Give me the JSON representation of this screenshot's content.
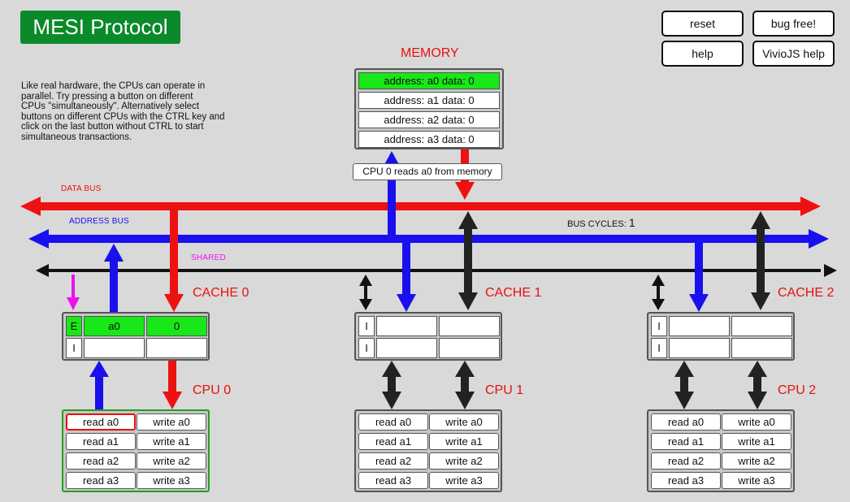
{
  "app": {
    "title": "MESI Protocol"
  },
  "toolbar": {
    "reset": "reset",
    "bug_free": "bug free!",
    "help": "help",
    "viviojs_help": "VivioJS help"
  },
  "description": [
    "Like real hardware, the CPUs can operate in",
    "parallel. Try pressing a button on different",
    "CPUs \"simultaneously\". Alternatively select",
    "buttons on different CPUs with the CTRL key and",
    "click on the last button without CTRL to start",
    "simultaneous transactions."
  ],
  "memory": {
    "label": "MEMORY",
    "rows": [
      {
        "text": "address: a0 data: 0",
        "highlight": true
      },
      {
        "text": "address: a1 data: 0",
        "highlight": false
      },
      {
        "text": "address: a2 data: 0",
        "highlight": false
      },
      {
        "text": "address: a3 data: 0",
        "highlight": false
      }
    ]
  },
  "status_message": "CPU 0 reads a0 from memory",
  "buses": {
    "data": "DATA BUS",
    "address": "ADDRESS BUS",
    "shared": "SHARED"
  },
  "bus_cycles": {
    "label": "BUS CYCLES",
    "value": "1"
  },
  "caches": [
    {
      "label": "CACHE 0",
      "lines": [
        {
          "state": "E",
          "addr": "a0",
          "data": "0",
          "highlight": true
        },
        {
          "state": "I",
          "addr": "",
          "data": "",
          "highlight": false
        }
      ]
    },
    {
      "label": "CACHE 1",
      "lines": [
        {
          "state": "I",
          "addr": "",
          "data": "",
          "highlight": false
        },
        {
          "state": "I",
          "addr": "",
          "data": "",
          "highlight": false
        }
      ]
    },
    {
      "label": "CACHE 2",
      "lines": [
        {
          "state": "I",
          "addr": "",
          "data": "",
          "highlight": false
        },
        {
          "state": "I",
          "addr": "",
          "data": "",
          "highlight": false
        }
      ]
    }
  ],
  "cpus": [
    {
      "label": "CPU 0",
      "active": true,
      "selected": "read a0",
      "ops": [
        [
          "read a0",
          "write a0"
        ],
        [
          "read a1",
          "write a1"
        ],
        [
          "read a2",
          "write a2"
        ],
        [
          "read a3",
          "write a3"
        ]
      ]
    },
    {
      "label": "CPU 1",
      "active": false,
      "selected": "",
      "ops": [
        [
          "read a0",
          "write a0"
        ],
        [
          "read a1",
          "write a1"
        ],
        [
          "read a2",
          "write a2"
        ],
        [
          "read a3",
          "write a3"
        ]
      ]
    },
    {
      "label": "CPU 2",
      "active": false,
      "selected": "",
      "ops": [
        [
          "read a0",
          "write a0"
        ],
        [
          "read a1",
          "write a1"
        ],
        [
          "read a2",
          "write a2"
        ],
        [
          "read a3",
          "write a3"
        ]
      ]
    }
  ],
  "colors": {
    "data_bus": "#ee1111",
    "address_bus": "#1a10ee",
    "shared_bus": "#111111",
    "shared_label": "#ee10ee",
    "highlight": "#18e818",
    "title_bg": "#0a8a2a"
  }
}
